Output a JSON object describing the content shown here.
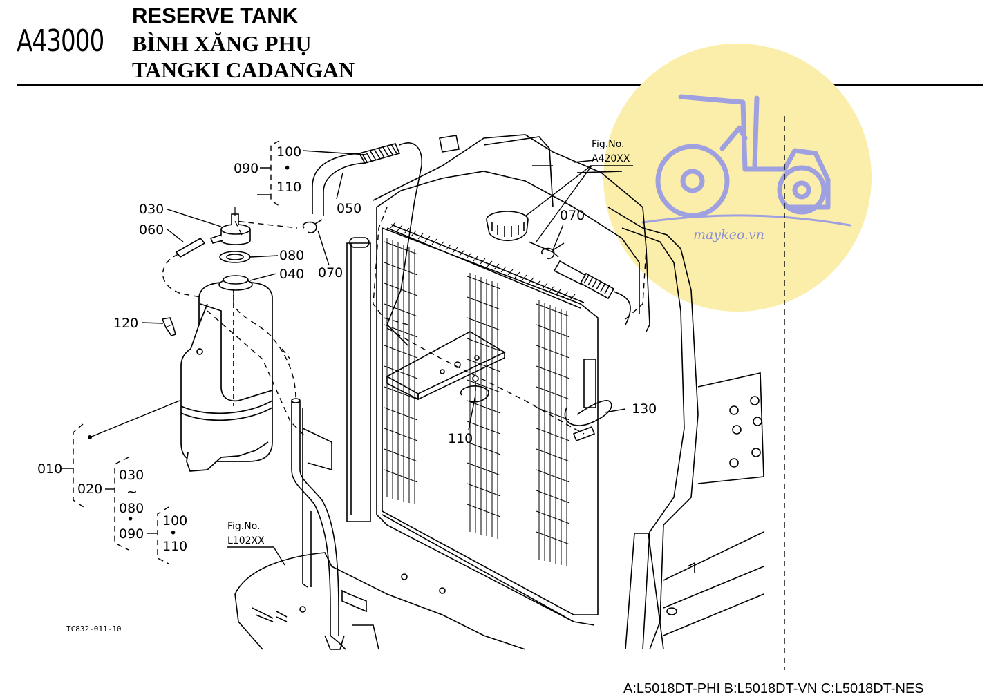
{
  "header": {
    "code": "A43000",
    "title_en": "RESERVE TANK",
    "title_vi": "BÌNH XĂNG PHỤ",
    "title_id": "TANGKI CADANGAN"
  },
  "watermark": {
    "text": "maykeo.vn",
    "circle_color": "#fbeeaa",
    "logo_color": "#9ea0e0"
  },
  "callouts": {
    "c100a": "100",
    "c090a": "090",
    "c110a": "110",
    "c050": "050",
    "c030": "030",
    "c060": "060",
    "c080": "080",
    "c040": "040",
    "c070a": "070",
    "c070b": "070",
    "c120": "120",
    "c130": "130",
    "c110b": "110",
    "c010": "010",
    "c020": "020",
    "c030b": "030",
    "c080b": "080",
    "c090b": "090",
    "c100b": "100",
    "c110c": "110",
    "tilde": "~",
    "dot": "•"
  },
  "figrefs": {
    "a420_label": "Fig.No.",
    "a420_value": "A420XX",
    "l102_label": "Fig.No.",
    "l102_value": "L102XX"
  },
  "drawing_no": "TC832-011-10",
  "models": "A:L5018DT-PHI B:L5018DT-VN C:L5018DT-NES"
}
